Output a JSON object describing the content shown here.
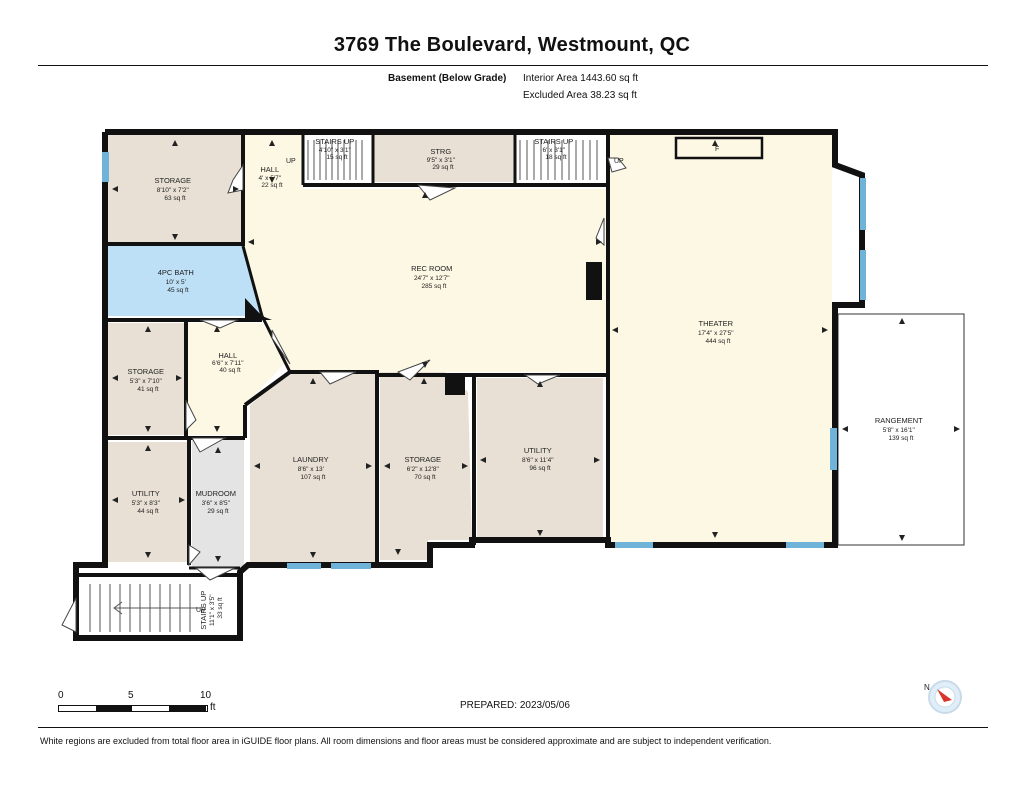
{
  "title": "3769 The Boulevard, Westmount, QC",
  "level": "Basement (Below Grade)",
  "interior_area": "Interior Area 1443.60 sq ft",
  "excluded_area": "Excluded Area 38.23 sq ft",
  "rooms": {
    "storage_nw": {
      "name": "STORAGE",
      "dims": "8'10\" x 7'2\"",
      "area": "63 sq ft"
    },
    "hall_top": {
      "name": "HALL",
      "dims": "4' x 5'7\"",
      "area": "22 sq ft"
    },
    "stairs_top_left": {
      "name": "STAIRS UP",
      "dims": "4'10\" x 3'1\"",
      "area": "15 sq ft"
    },
    "strg": {
      "name": "STRG",
      "dims": "9'5\" x 3'1\"",
      "area": "29 sq ft"
    },
    "stairs_top_right": {
      "name": "STAIRS UP",
      "dims": "6' x 3'1\"",
      "area": "18 sq ft"
    },
    "bath": {
      "name": "4PC BATH",
      "dims": "10' x 5'",
      "area": "45 sq ft"
    },
    "rec_room": {
      "name": "REC ROOM",
      "dims": "24'7\" x 12'7\"",
      "area": "285 sq ft"
    },
    "theater": {
      "name": "THEATER",
      "dims": "17'4\" x 27'5\"",
      "area": "444 sq ft"
    },
    "storage_w": {
      "name": "STORAGE",
      "dims": "5'3\" x 7'10\"",
      "area": "41 sq ft"
    },
    "hall_mid": {
      "name": "HALL",
      "dims": "6'6\" x 7'11\"",
      "area": "40 sq ft"
    },
    "laundry": {
      "name": "LAUNDRY",
      "dims": "8'6\" x 13'",
      "area": "107 sq ft"
    },
    "storage_c": {
      "name": "STORAGE",
      "dims": "6'2\" x 12'8\"",
      "area": "70 sq ft"
    },
    "utility_c": {
      "name": "UTILITY",
      "dims": "8'6\" x 11'4\"",
      "area": "96 sq ft"
    },
    "rangement": {
      "name": "RANGEMENT",
      "dims": "5'8\" x 16'1\"",
      "area": "139 sq ft"
    },
    "utility_w": {
      "name": "UTILITY",
      "dims": "5'3\" x 8'3\"",
      "area": "44 sq ft"
    },
    "mudroom": {
      "name": "MUDROOM",
      "dims": "3'6\" x 8'5\"",
      "area": "29 sq ft"
    },
    "stairs_bottom": {
      "name": "STAIRS UP",
      "dims": "11'1\" x 3'5\"",
      "area": "33 sq ft"
    }
  },
  "up_label": "UP",
  "fireplace_label": "F",
  "scale": {
    "n0": "0",
    "n5": "5",
    "n10": "10",
    "unit": "ft"
  },
  "prepared": "PREPARED: 2023/05/06",
  "compass": "N",
  "footer": "White regions are excluded from total floor area in iGUIDE floor plans. All room dimensions and floor areas must be considered approximate and are subject to independent verification."
}
